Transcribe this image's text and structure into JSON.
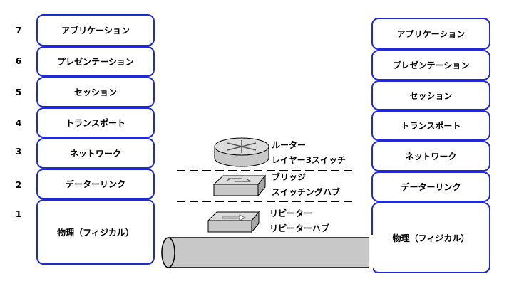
{
  "layers": [
    {
      "number": "7",
      "name": "アプリケーション"
    },
    {
      "number": "6",
      "name": "プレゼンテーション"
    },
    {
      "number": "5",
      "name": "セッション"
    },
    {
      "number": "4",
      "name": "トランスポート"
    },
    {
      "number": "3",
      "name": "ネットワーク"
    },
    {
      "number": "2",
      "name": "データーリンク"
    },
    {
      "number": "1",
      "name": "物理（フィジカル）"
    }
  ],
  "devices": {
    "router": {
      "line1": "ルーター",
      "line2": "レイヤー3スイッチ"
    },
    "bridge": {
      "line1": "ブリッジ",
      "line2": "スイッチングハブ"
    },
    "repeater": {
      "line1": "リピーター",
      "line2": "リピーターハブ"
    }
  },
  "colors": {
    "layer_border": "#1f2bd0",
    "device_fill": "#c8c8c8"
  }
}
